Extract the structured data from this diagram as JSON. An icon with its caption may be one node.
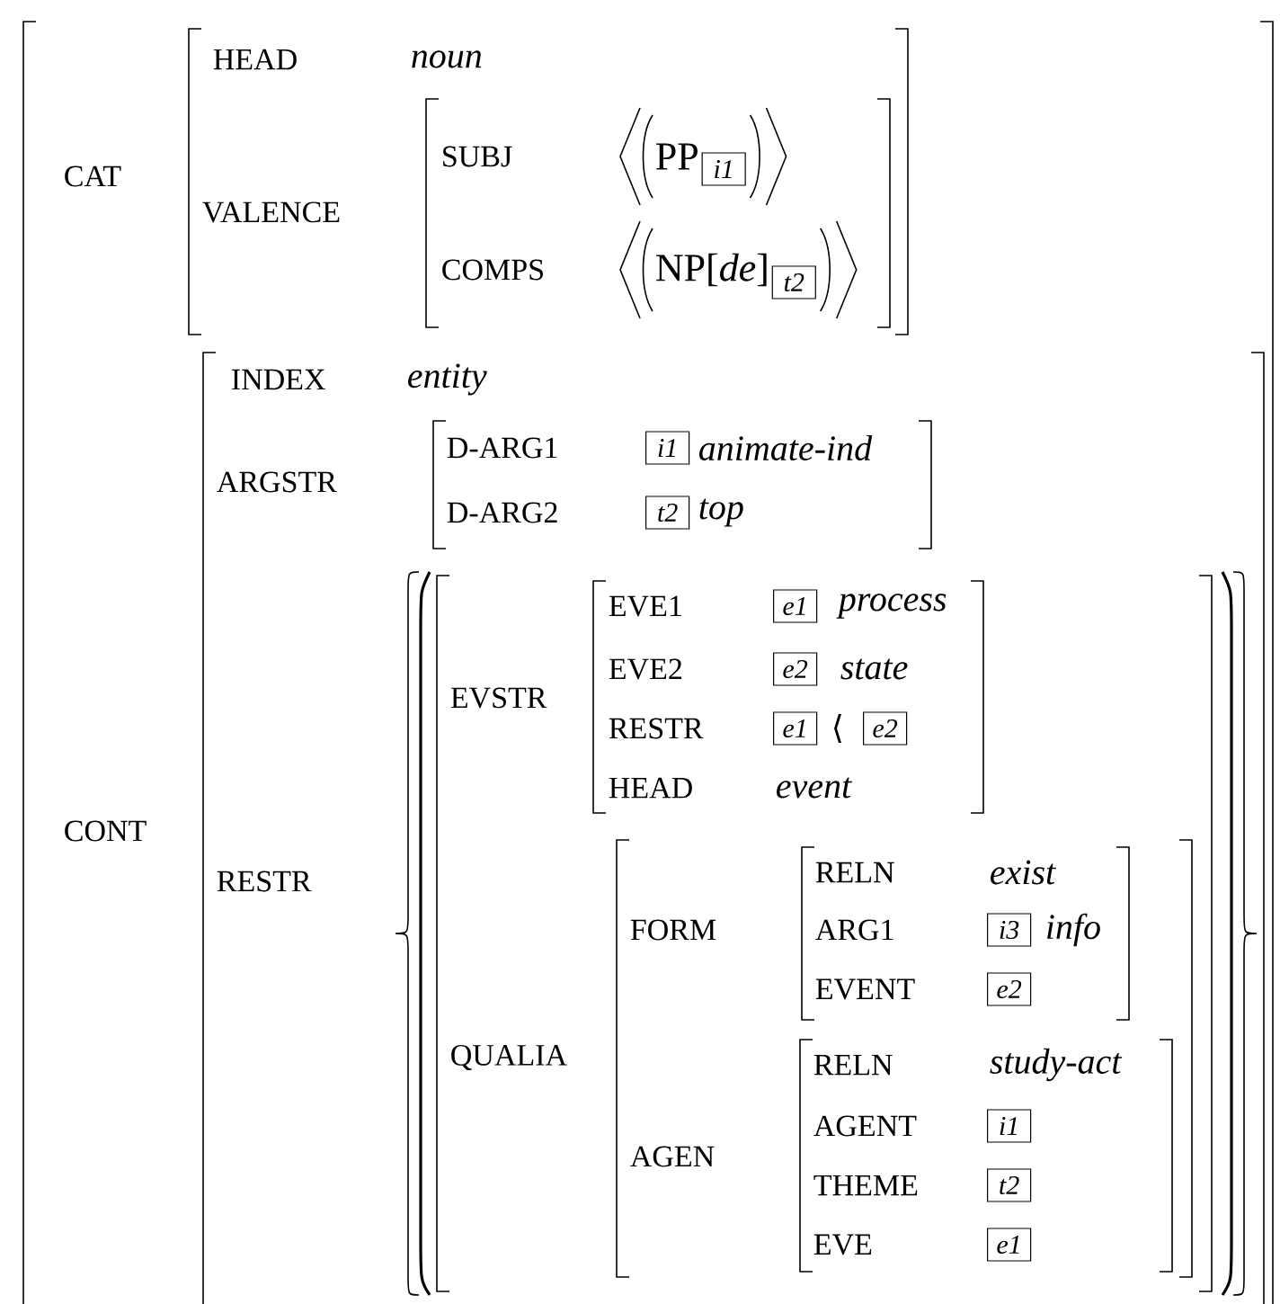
{
  "diagram": {
    "nodes": [
      {
        "text": [
          "CAT",
          "CONT"
        ]
      },
      {
        "text": [
          "HEAD",
          "noun",
          "VALENCE"
        ],
        "in": 0
      },
      {
        "text": [
          "SUBJ",
          "PP",
          "COMPS",
          "NP[*de*]"
        ],
        "in": 1
      },
      {
        "text": [
          "i1"
        ],
        "in": 2
      },
      {
        "text": [
          "t2"
        ],
        "in": 2
      },
      {
        "text": [
          "INDEX",
          "entity",
          "ARGSTR",
          "RESTR"
        ],
        "in": 0
      },
      {
        "text": [
          "D-ARG1",
          "animate-ind",
          "D-ARG2",
          "top"
        ],
        "in": 5
      },
      {
        "text": [
          "i1"
        ],
        "in": 6
      },
      {
        "text": [
          "t2"
        ],
        "in": 6
      },
      {
        "text": [
          "EVSTR",
          "QUALIA"
        ],
        "in": 5
      },
      {
        "text": [
          "EVE1",
          "process",
          "EVE2",
          "state",
          "RESTR",
          "⟨",
          "HEAD",
          "event"
        ],
        "in": 9
      },
      {
        "text": [
          "e1"
        ],
        "in": 10
      },
      {
        "text": [
          "e2"
        ],
        "in": 10
      },
      {
        "text": [
          "e1"
        ],
        "in": 10
      },
      {
        "text": [
          "e2"
        ],
        "in": 10
      },
      {
        "text": [
          "FORM",
          "AGEN"
        ],
        "in": 9
      },
      {
        "text": [
          "RELN",
          "exist",
          "ARG1",
          "info",
          "EVENT"
        ],
        "in": 15
      },
      {
        "text": [
          "i3"
        ],
        "in": 16
      },
      {
        "text": [
          "e2"
        ],
        "in": 16
      },
      {
        "text": [
          "RELN",
          "study-act",
          "AGENT",
          "THEME",
          "EVE"
        ],
        "in": 15
      },
      {
        "text": [
          "i1"
        ],
        "in": 19
      },
      {
        "text": [
          "t2"
        ],
        "in": 19
      },
      {
        "text": [
          "e1"
        ],
        "in": 19
      }
    ]
  }
}
